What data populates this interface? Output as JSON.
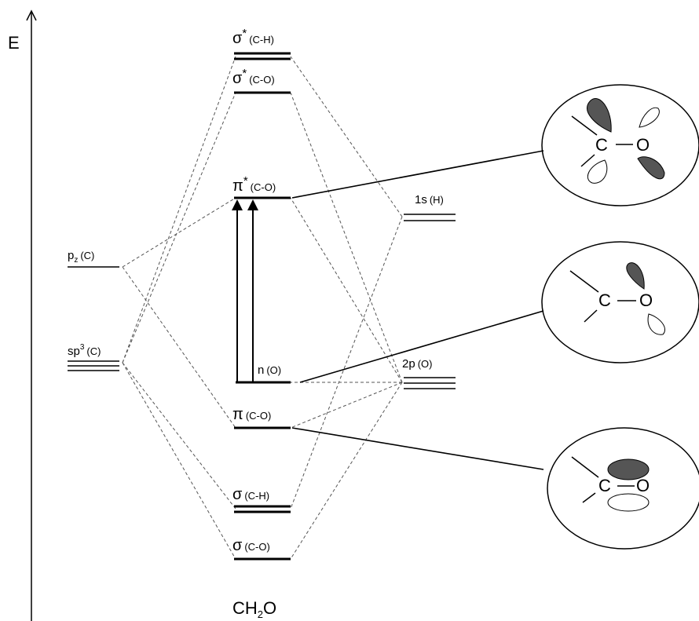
{
  "axis": {
    "energy_label": "E"
  },
  "levels": {
    "sigma_star_ch": {
      "sym": "σ",
      "sup": "*",
      "sub": "(C-H)"
    },
    "sigma_star_co": {
      "sym": "σ",
      "sup": "*",
      "sub": "(C-O)"
    },
    "pi_star_co": {
      "sym": "π",
      "sup": "*",
      "sub": "(C-O)"
    },
    "n_o": {
      "sym": "n",
      "sub": "(O)"
    },
    "pi_co": {
      "sym": "π",
      "sub": "(C-O)"
    },
    "sigma_ch": {
      "sym": "σ",
      "sub": "(C-H)"
    },
    "sigma_co": {
      "sym": "σ",
      "sub": "(C-O)"
    }
  },
  "atomic": {
    "pz_c": {
      "main": "p",
      "subscr": "z",
      "tail": "(C)"
    },
    "sp3_c": {
      "main": "sp",
      "supscr": "3",
      "tail": "(C)"
    },
    "s1_h": {
      "main": "1s",
      "tail": "(H)"
    },
    "p2_o": {
      "main": "2p",
      "tail": "(O)"
    }
  },
  "molecule": {
    "pre": "CH",
    "sub": "2",
    "post": "O"
  },
  "orbital_pictures": [
    {
      "name": "pi-star",
      "c": "C",
      "o": "O",
      "bond": "—"
    },
    {
      "name": "n",
      "c": "C",
      "o": "O",
      "bond": "—"
    },
    {
      "name": "pi",
      "c": "C",
      "o": "O",
      "bond": "—"
    }
  ],
  "colors": {
    "filled_lobe": "#555555",
    "line": "#000000",
    "dashed": "#555555"
  }
}
